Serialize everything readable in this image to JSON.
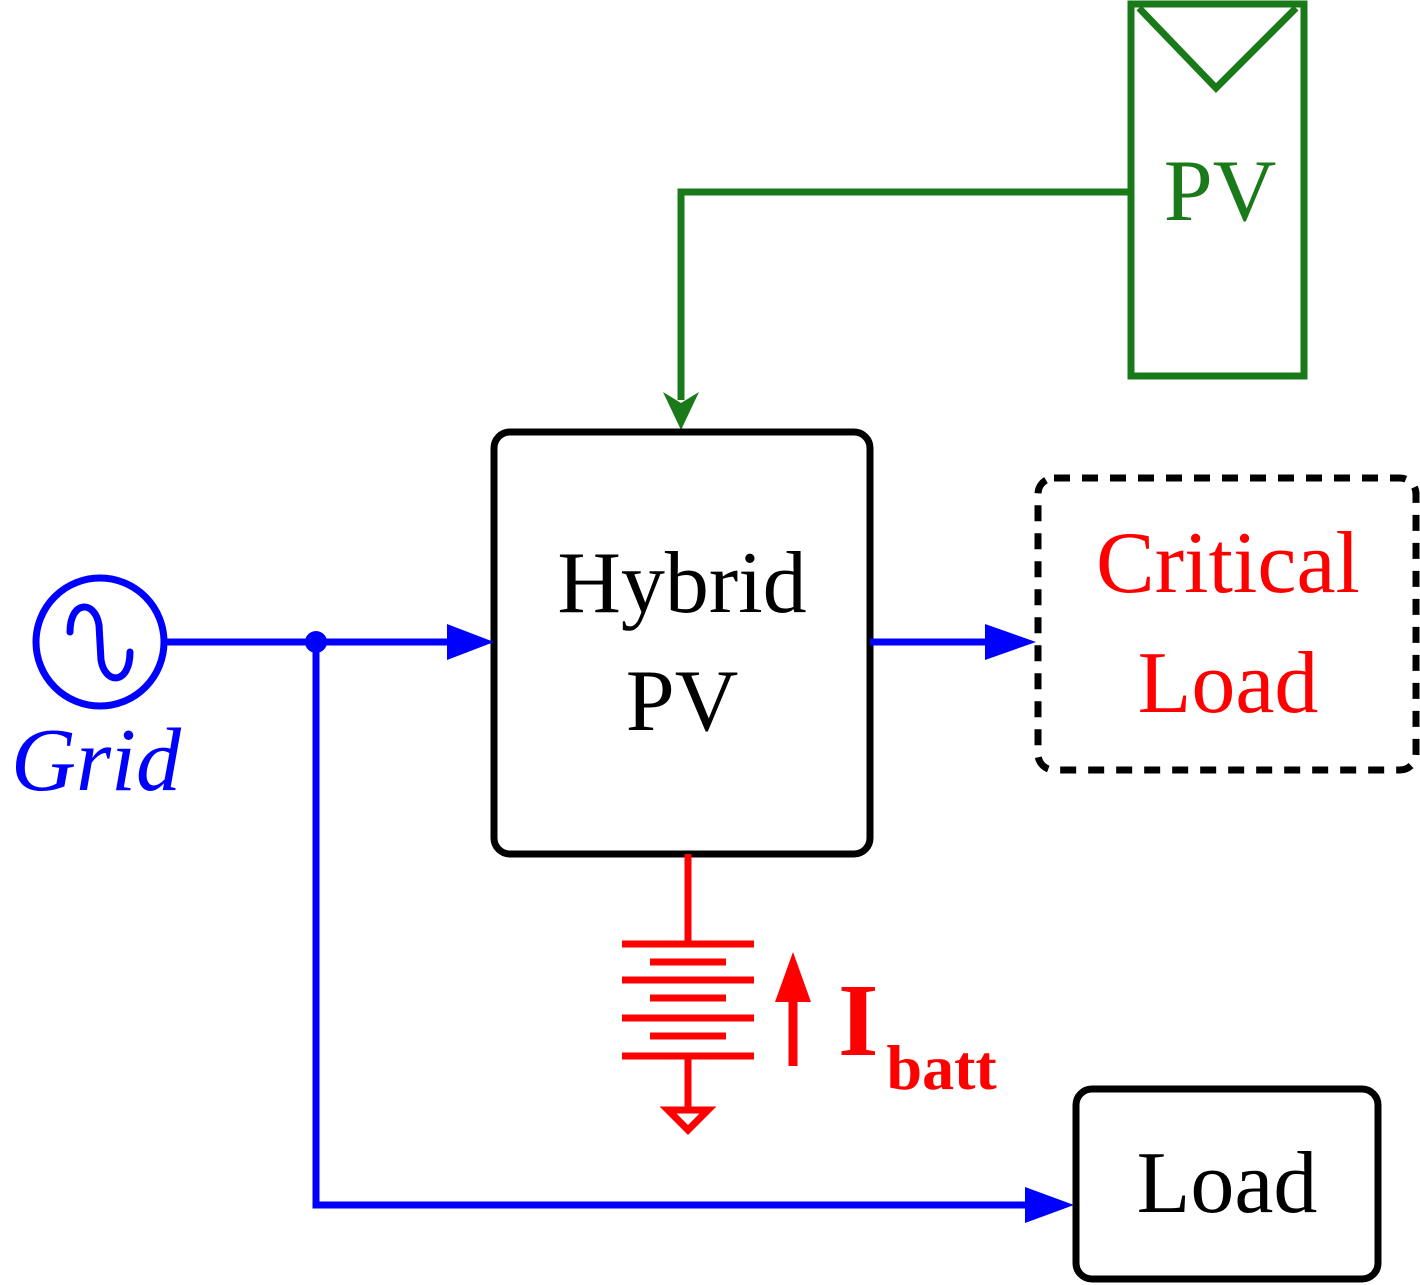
{
  "colors": {
    "grid": "#0000ff",
    "pv": "#1a7a1a",
    "battery": "#ff0000",
    "outline": "#000000"
  },
  "labels": {
    "pv_panel": "PV",
    "hybrid_line1": "Hybrid",
    "hybrid_line2": "PV",
    "critical_line1": "Critical",
    "critical_line2": "Load",
    "grid": "Grid",
    "current_main": "I",
    "current_sub": "batt",
    "load": "Load"
  }
}
